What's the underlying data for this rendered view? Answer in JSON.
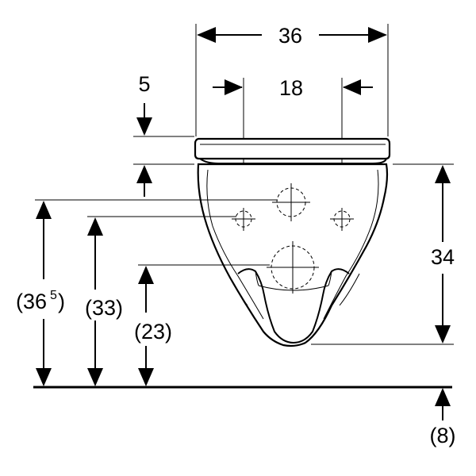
{
  "dimensions": {
    "overall_width": "36",
    "hole_spacing": "18",
    "seat_offset": "5",
    "bowl_height": "34",
    "height_top_outlet_main": "(36",
    "height_top_outlet_sup": "5",
    "height_top_outlet_close": ")",
    "height_inlet": "(33)",
    "height_outlet": "(23)",
    "floor_offset": "(8)"
  }
}
